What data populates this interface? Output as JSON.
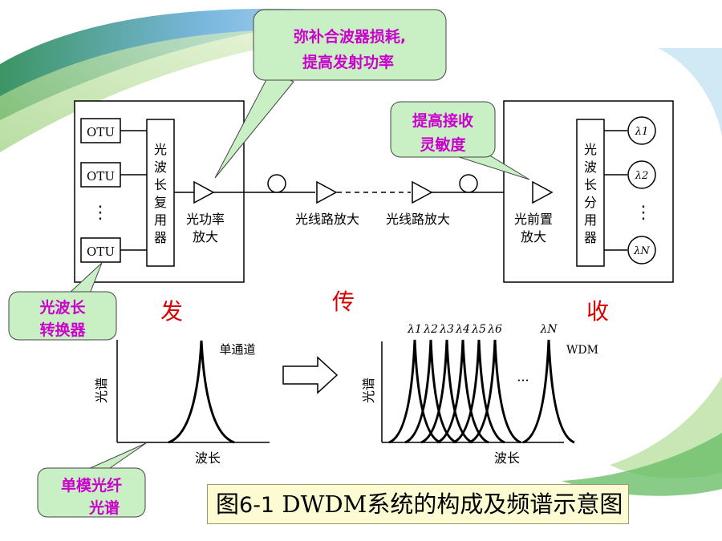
{
  "callouts": {
    "compensate": [
      "弥补合波器损耗,",
      "提高发射功率"
    ],
    "sensitivity": [
      "提高接收",
      "灵敏度"
    ],
    "converter": [
      "光波长",
      "转换器"
    ],
    "fiber_spectrum": [
      "单模光纤",
      "光谱"
    ]
  },
  "transmitter": {
    "otu": [
      "OTU",
      "OTU",
      "OTU"
    ],
    "dots": "⋮",
    "mux": [
      "光",
      "波",
      "长",
      "复",
      "用",
      "器"
    ],
    "booster": [
      "光功率",
      "放大"
    ]
  },
  "line": {
    "amp1": "光线路放大",
    "amp2": "光线路放大"
  },
  "receiver": {
    "preamp": [
      "光前置",
      "放大"
    ],
    "demux": [
      "光",
      "波",
      "长",
      "分",
      "用",
      "器"
    ],
    "lambdas": [
      "λ1",
      "λ2",
      "λN"
    ],
    "dots": "⋮"
  },
  "sections": {
    "send": "发",
    "transmit": "传",
    "receive": "收"
  },
  "spectrum_single": {
    "ylabel": "光谱",
    "xlabel": "波长",
    "peak_label": "单通道"
  },
  "spectrum_wdm": {
    "ylabel": "光谱",
    "xlabel": "波长",
    "label": "WDM",
    "lambdas": [
      "λ1",
      "λ2",
      "λ3",
      "λ4",
      "λ5",
      "λ6",
      "λN"
    ],
    "ellipsis": "···"
  },
  "caption": {
    "fig": "图",
    "num": "6-1",
    "text": " DWDM系统的构成及频谱示意图"
  },
  "colors": {
    "callout_fill": "#c9f0c5",
    "callout_text": "#cc00cc",
    "accent_red": "#dd0000",
    "caption_bg": "#fdfbd2"
  }
}
